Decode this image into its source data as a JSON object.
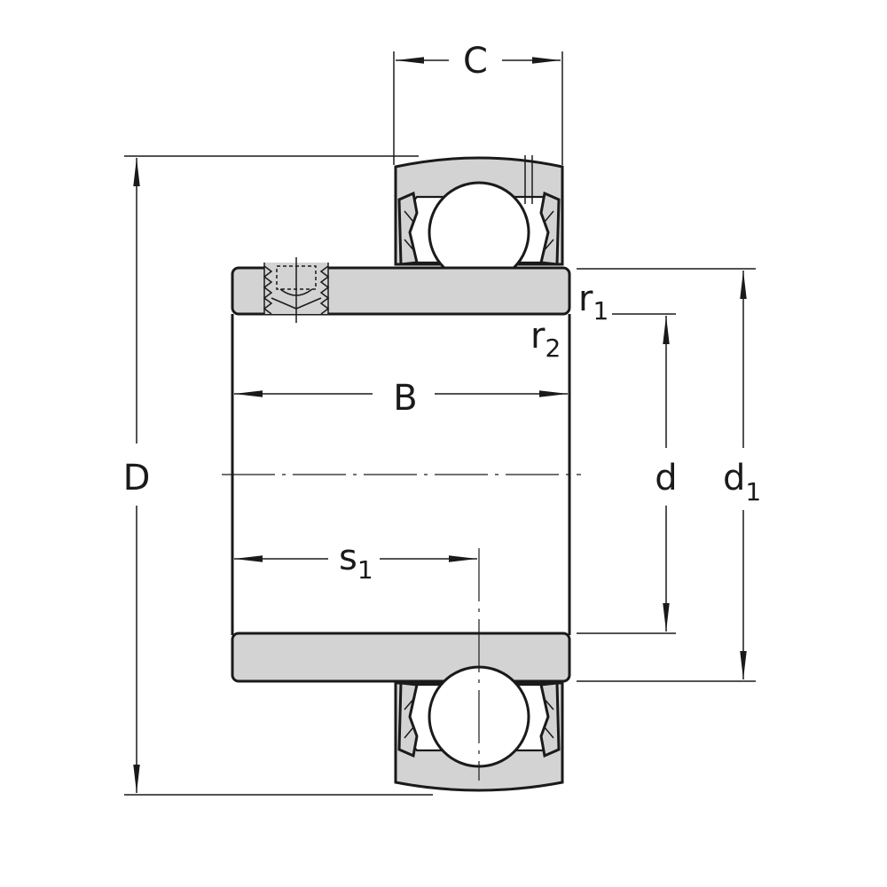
{
  "diagram": {
    "labels": {
      "C": "C",
      "D": "D",
      "B": "B",
      "d": "d",
      "d1_main": "d",
      "d1_sub": "1",
      "r1_main": "r",
      "r1_sub": "1",
      "r2_main": "r",
      "r2_sub": "2",
      "s1_main": "s",
      "s1_sub": "1"
    },
    "colors": {
      "stroke": "#1a1a1a",
      "fill": "#d3d3d3",
      "background": "#ffffff"
    }
  }
}
